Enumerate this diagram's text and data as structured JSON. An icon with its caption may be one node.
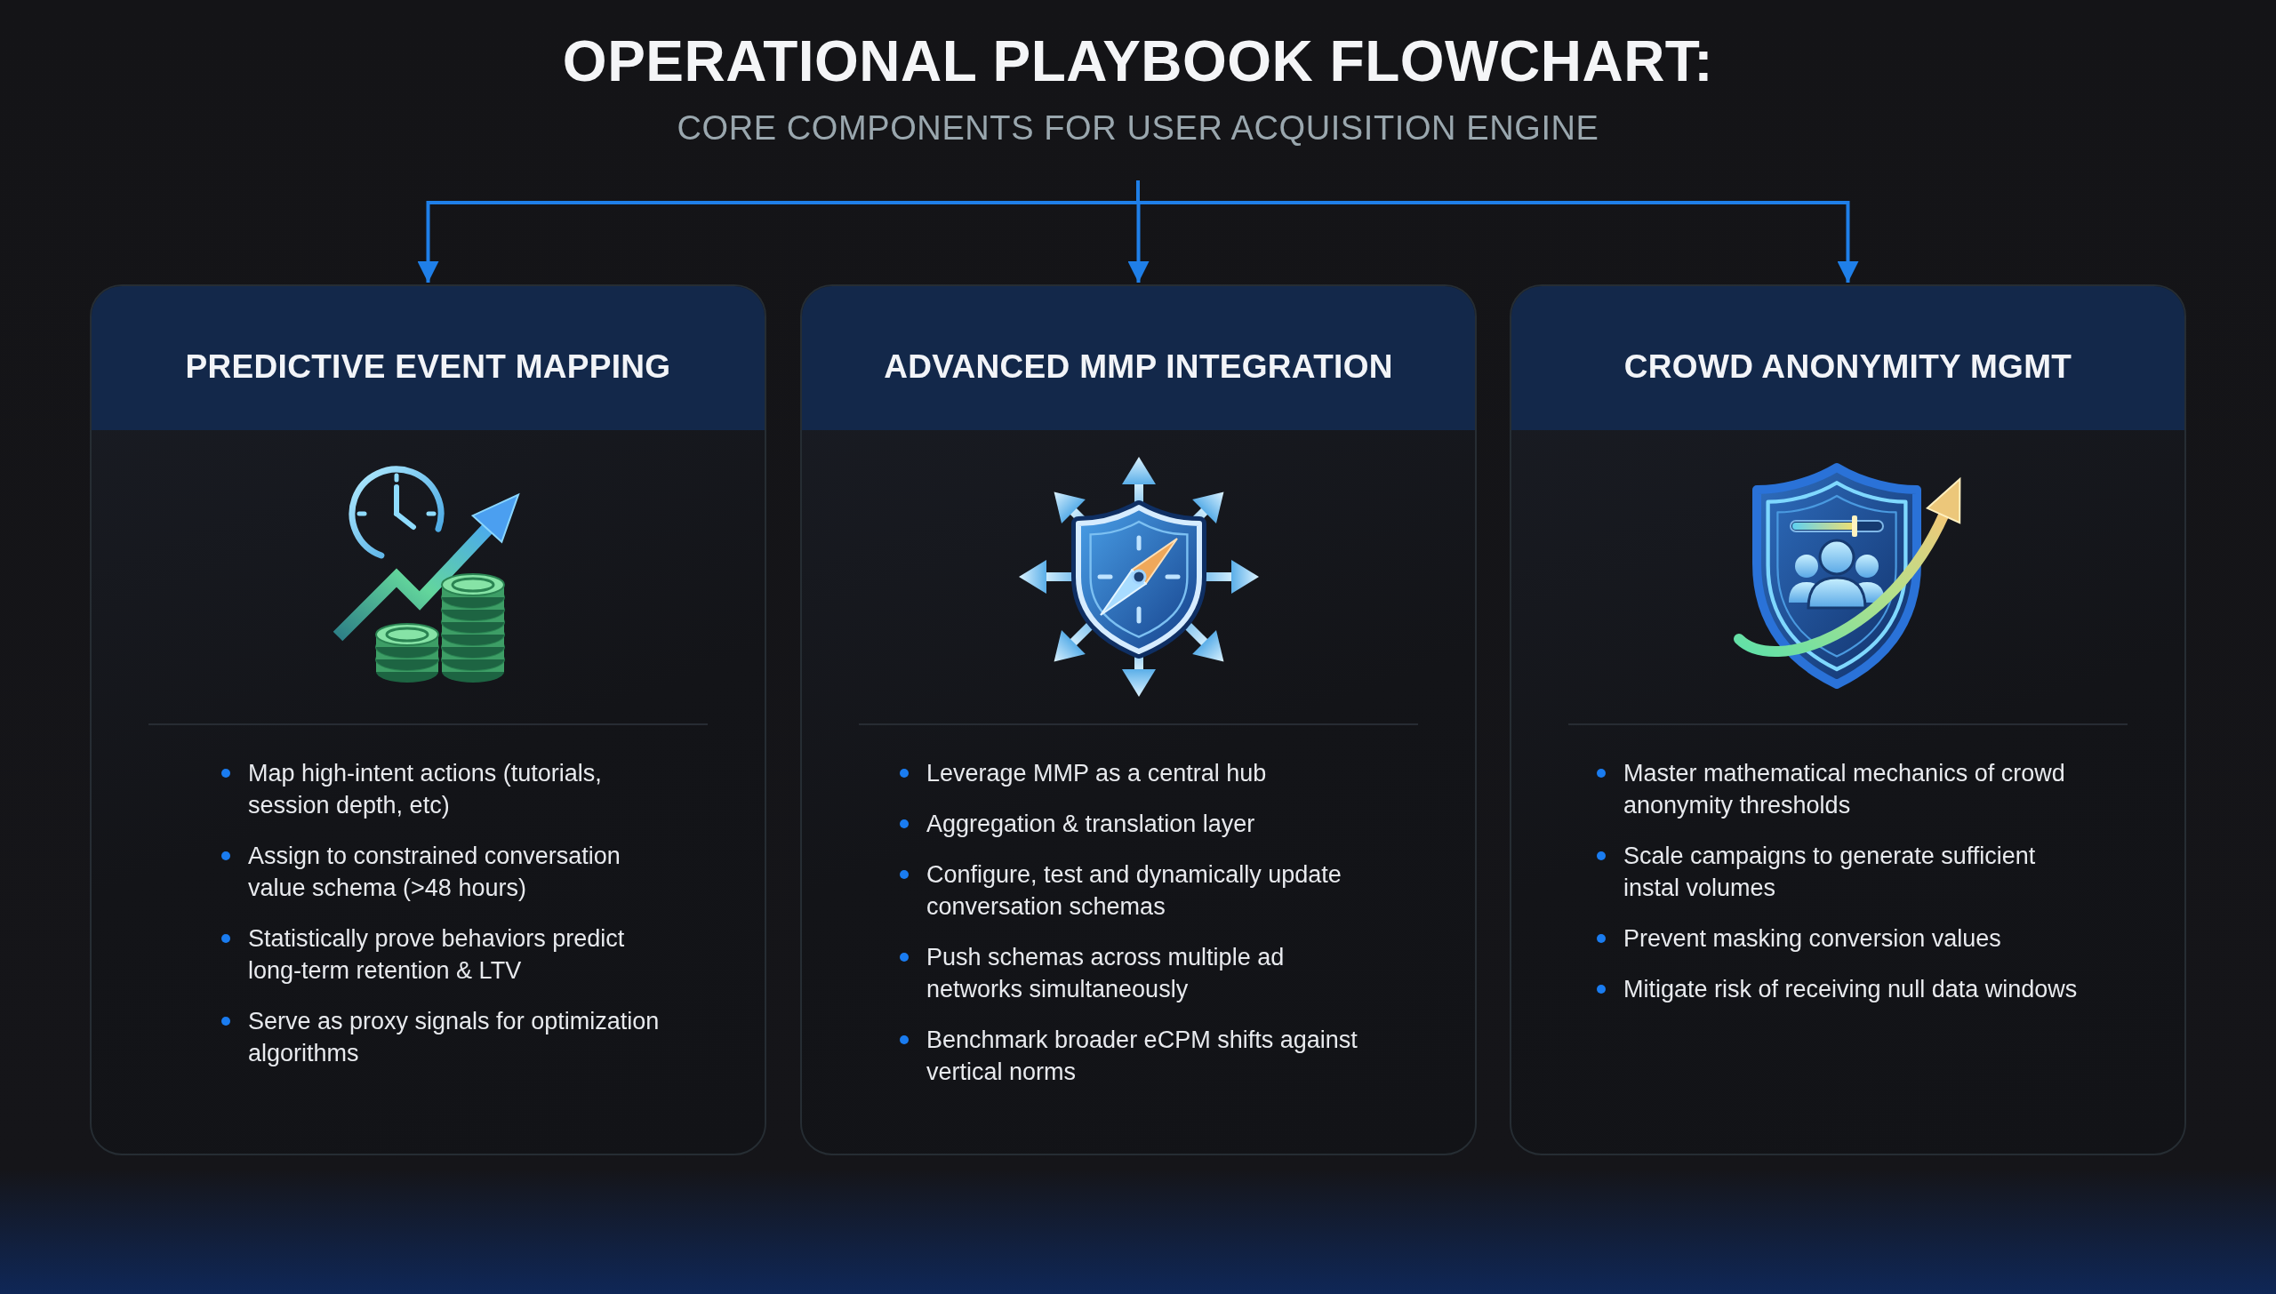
{
  "diagram": {
    "title": "OPERATIONAL PLAYBOOK FLOWCHART:",
    "nodes": [
      {
        "text": [
          "PREDICTIVE EVENT MAPPING",
          "Map high-intent actions (tutorials, session depth, etc)",
          "Assign to constrained conversation value schema (>48 hours)",
          "Statistically prove behaviors predict long-term retention & LTV",
          "Serve as proxy signals for optimization algorithms"
        ]
      },
      {
        "text": [
          "ADVANCED MMP INTEGRATION",
          "Leverage MMP as a central hub",
          "Aggregation & translation layer",
          "Configure, test and dynamically update conversation schemas",
          "Push schemas across multiple ad networks simultaneously",
          "Benchmark broader eCPM shifts against vertical norms"
        ]
      },
      {
        "text": [
          "CROWD ANONYMITY MGMT",
          "Master mathematical mechanics of crowd anonymity thresholds",
          "Scale campaigns to generate sufficient instal volumes",
          "Prevent masking conversion values",
          "Mitigate risk of receiving null data windows"
        ]
      }
    ],
    "edges": [
      {
        "from": null,
        "to": 0,
        "arrow": "to"
      },
      {
        "from": null,
        "to": 1,
        "arrow": "to"
      },
      {
        "from": null,
        "to": 2,
        "arrow": "to"
      }
    ],
    "labels": [
      "CORE COMPONENTS FOR USER ACQUISITION ENGINE"
    ]
  }
}
